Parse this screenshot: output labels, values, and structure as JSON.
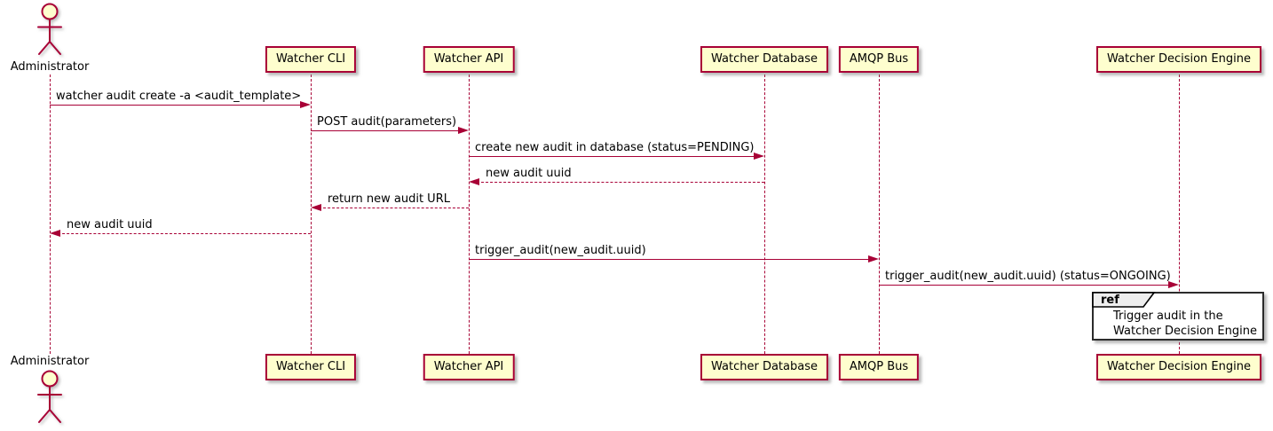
{
  "actors": {
    "administrator": {
      "label": "Administrator"
    }
  },
  "participants": [
    {
      "id": "watcher-cli",
      "label": "Watcher CLI"
    },
    {
      "id": "watcher-api",
      "label": "Watcher API"
    },
    {
      "id": "watcher-database",
      "label": "Watcher Database"
    },
    {
      "id": "amqp-bus",
      "label": "AMQP Bus"
    },
    {
      "id": "watcher-decision-engine",
      "label": "Watcher Decision Engine"
    }
  ],
  "messages": [
    {
      "from": "administrator",
      "to": "watcher-cli",
      "label": "watcher audit create -a <audit_template>",
      "line": "solid"
    },
    {
      "from": "watcher-cli",
      "to": "watcher-api",
      "label": "POST audit(parameters)",
      "line": "solid"
    },
    {
      "from": "watcher-api",
      "to": "watcher-database",
      "label": "create new audit in database (status=PENDING)",
      "line": "solid"
    },
    {
      "from": "watcher-database",
      "to": "watcher-api",
      "label": "new audit uuid",
      "line": "dashed"
    },
    {
      "from": "watcher-api",
      "to": "watcher-cli",
      "label": "return new audit URL",
      "line": "dashed"
    },
    {
      "from": "watcher-cli",
      "to": "administrator",
      "label": "new audit uuid",
      "line": "dashed"
    },
    {
      "from": "watcher-api",
      "to": "amqp-bus",
      "label": "trigger_audit(new_audit.uuid)",
      "line": "solid"
    },
    {
      "from": "amqp-bus",
      "to": "watcher-decision-engine",
      "label": "trigger_audit(new_audit.uuid) (status=ONGOING)",
      "line": "solid"
    }
  ],
  "ref": {
    "tag": "ref",
    "text_lines": [
      "Trigger audit in the",
      "Watcher Decision Engine"
    ]
  },
  "colors": {
    "participant_fill": "#FEFECE",
    "stroke": "#A80036",
    "message_text": "#000000",
    "ref_border": "#2B2B2B",
    "ref_tag_fill": "#EEEEEE",
    "background": "#FFFFFF"
  }
}
